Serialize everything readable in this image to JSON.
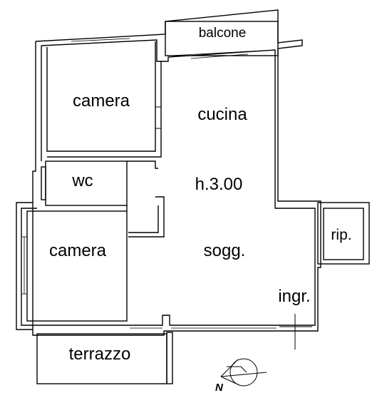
{
  "plan": {
    "rooms": {
      "balcone": "balcone",
      "camera_top": "camera",
      "cucina": "cucina",
      "wc": "wc",
      "height": "h.3.00",
      "camera_bottom": "camera",
      "soggiorno": "sogg.",
      "ripostiglio": "rip.",
      "ingresso": "ingr.",
      "terrazzo": "terrazzo"
    },
    "compass": {
      "north_label": "N",
      "icon": "north-arrow-icon"
    }
  }
}
